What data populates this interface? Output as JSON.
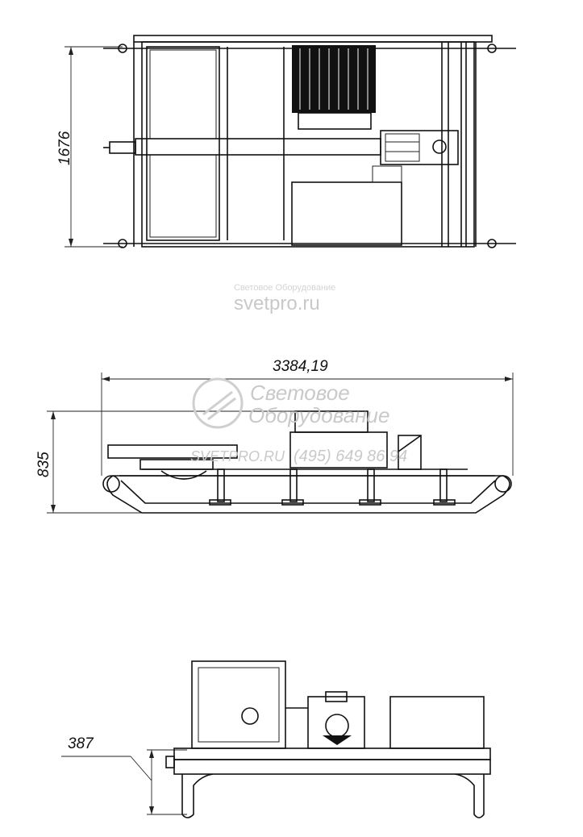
{
  "drawing": {
    "views": [
      {
        "name": "top-view",
        "dimension_label": "1676"
      },
      {
        "name": "side-view",
        "dimension_label": "835",
        "length_label": "3384,19"
      },
      {
        "name": "end-view",
        "dimension_label": "387"
      }
    ]
  },
  "watermark": {
    "line1": "Световое Оборудование",
    "line2": "svetpro.ru",
    "logo_line1": "Световое",
    "logo_line2": "Оборудование",
    "site_small": "SVETPRO.RU",
    "phone": "(495) 649 86 94"
  },
  "colors": {
    "ink": "#111111",
    "watermark": "#c9c9c9",
    "background": "#ffffff"
  }
}
